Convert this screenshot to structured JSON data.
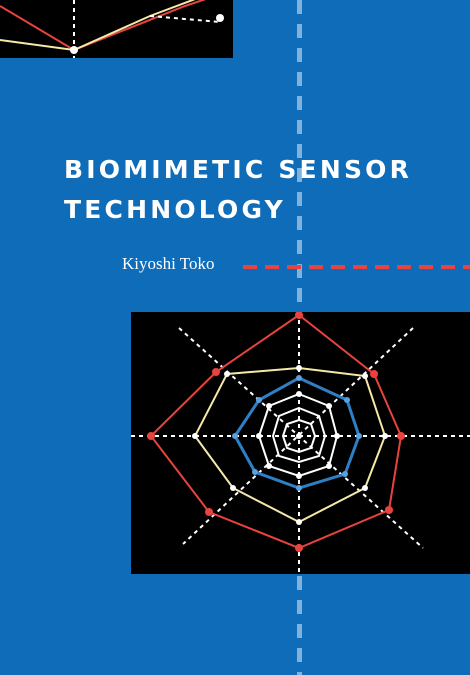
{
  "book": {
    "title_line1": "BIOMIMETIC SENSOR",
    "title_line2": "TECHNOLOGY",
    "author": "Kiyoshi Toko"
  },
  "colors": {
    "background": "#0f6cb8",
    "accent_red": "#e8433f",
    "accent_yellow": "#f5e9a8",
    "accent_blue": "#2f7fc6",
    "inset_black": "#000000"
  }
}
